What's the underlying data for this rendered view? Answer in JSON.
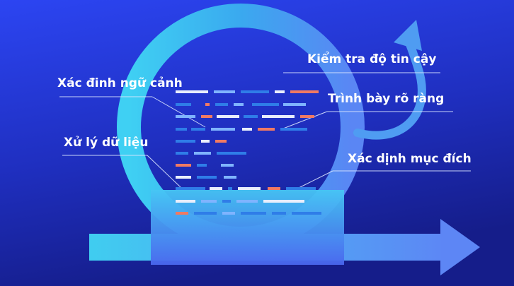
{
  "colors": {
    "background_top": "#2c43f0",
    "background_bottom": "#16208f",
    "ring": "#3ec7f2",
    "arrow": "#5b8ff5",
    "code_white": "#e8eefc",
    "code_blue": "#2f7de8",
    "code_lightblue": "#7fb4ff",
    "code_orange": "#f07a63"
  },
  "labels": {
    "check_reliability": "Kiểm tra độ tin cậy",
    "determine_context": "Xác đinh ngữ cảnh",
    "clear_presentation": "Trình bày rõ ràng",
    "process_data": "Xử lý dữ liệu",
    "determine_purpose": "Xác dịnh mục đích"
  }
}
